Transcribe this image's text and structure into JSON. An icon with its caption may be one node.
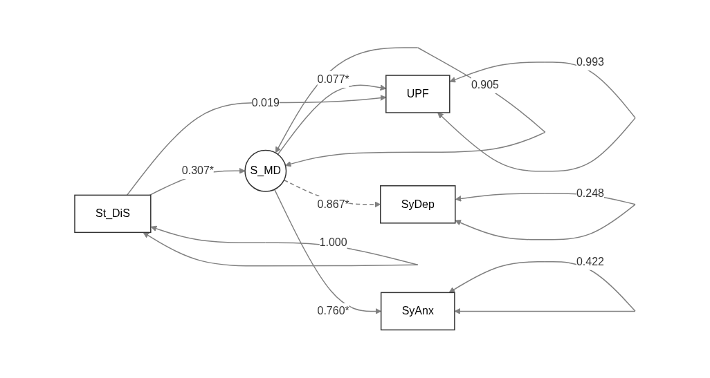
{
  "diagram": {
    "nodes": [
      {
        "text": [
          "UPF"
        ]
      },
      {
        "text": [
          "S_MD"
        ]
      },
      {
        "text": [
          "SyDep"
        ]
      },
      {
        "text": [
          "SyAnx"
        ]
      },
      {
        "text": [
          "St_DiS"
        ]
      }
    ],
    "edges": [
      {
        "from": 0,
        "to": 0,
        "arrow": "both",
        "label": "0.993"
      },
      {
        "from": 1,
        "to": 0,
        "arrow": "to",
        "label": "0.077*"
      },
      {
        "from": 1,
        "to": 1,
        "arrow": "both",
        "label": "0.905"
      },
      {
        "from": 1,
        "to": 2,
        "arrow": "to",
        "label": "0.867*",
        "style": "dashed"
      },
      {
        "from": 2,
        "to": 2,
        "arrow": "both",
        "label": "0.248"
      },
      {
        "from": 1,
        "to": 3,
        "arrow": "to",
        "label": "0.760*"
      },
      {
        "from": 3,
        "to": 3,
        "arrow": "both",
        "label": "0.422"
      },
      {
        "from": 4,
        "to": 1,
        "arrow": "to",
        "label": "0.307*"
      },
      {
        "from": 4,
        "to": 0,
        "arrow": "to",
        "label": "0.019"
      },
      {
        "from": 4,
        "to": 4,
        "arrow": "both",
        "label": "1.000"
      }
    ]
  }
}
